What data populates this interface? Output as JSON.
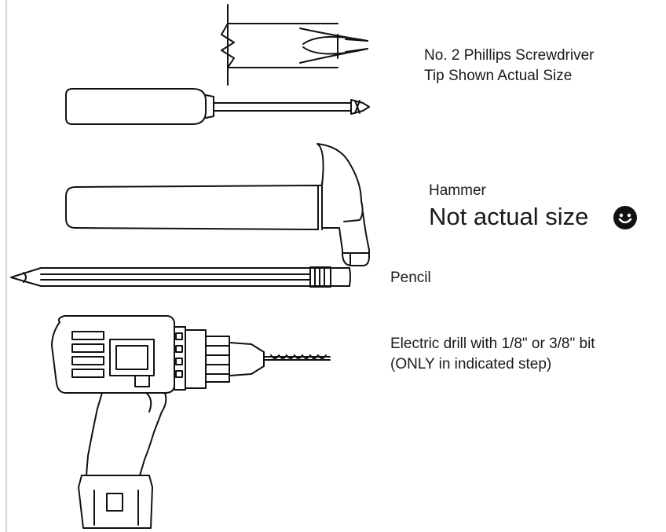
{
  "screwdriver": {
    "label_line1": "No. 2 Phillips Screwdriver",
    "label_line2": "Tip Shown Actual Size"
  },
  "hammer": {
    "label": "Hammer",
    "note": "Not actual size",
    "note_icon": "smiley-face-icon",
    "icon_color": "#111111"
  },
  "pencil": {
    "label": "Pencil"
  },
  "drill": {
    "label_line1": "Electric drill with 1/8\" or 3/8\" bit",
    "label_line2": "(ONLY in indicated step)"
  }
}
